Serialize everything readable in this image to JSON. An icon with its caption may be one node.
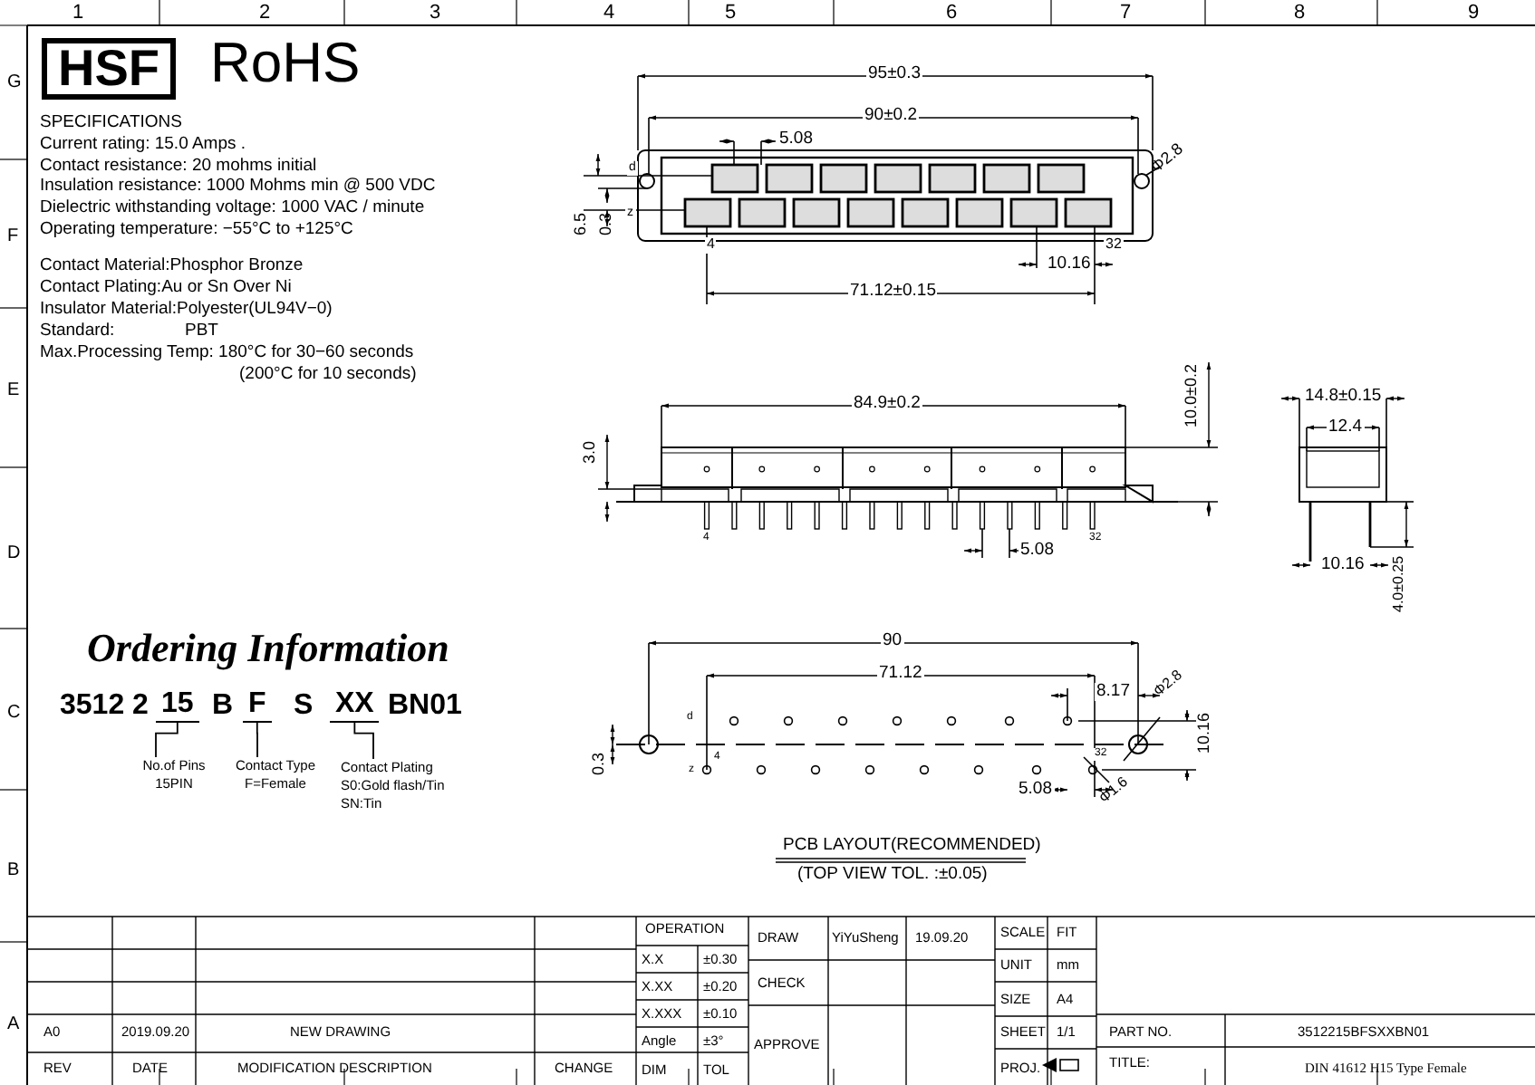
{
  "diagram": {
    "nodes": [
      {
        "text": [
          "15"
        ]
      },
      {
        "text": [
          "F"
        ]
      },
      {
        "text": [
          "XX"
        ]
      },
      {
        "text": [
          "No.of Pins",
          "15PIN"
        ]
      },
      {
        "text": [
          "Contact Type",
          "F=Female"
        ]
      },
      {
        "text": [
          "Contact Plating",
          "S0:Gold flash/Tin SN:Tin"
        ]
      }
    ],
    "edges": [
      {
        "from": 3,
        "to": 0,
        "arrow": "none"
      },
      {
        "from": 4,
        "to": 1,
        "arrow": "none"
      },
      {
        "from": 5,
        "to": 2,
        "arrow": "none"
      }
    ],
    "labels": [
      "1",
      "2",
      "3",
      "4",
      "5",
      "6",
      "7",
      "8",
      "9",
      "G",
      "F",
      "E",
      "D",
      "C",
      "B",
      "A",
      "HSF",
      "RoHS",
      "SPECIFICATIONS",
      "Current rating: 15.0 Amps .",
      "Contact resistance: 20 mohms initial",
      "Insulation resistance: 1000 Mohms min @ 500 VDC",
      "Dielectric withstanding voltage: 1000 VAC / minute",
      "Operating temperature: −55°C to +125°C",
      "Contact Material:Phosphor Bronze",
      "Contact Plating:Au or Sn Over Ni",
      "Insulator Material:Polyester(UL94V−0)",
      "Standard:",
      "PBT",
      "Max.Processing Temp: 180°C for 30−60 seconds",
      "(200°C for 10 seconds)",
      "95±0.3",
      "90±0.2",
      "5.08",
      "d",
      "Φ2.8",
      "6.5",
      "0.3",
      "z",
      "4",
      "32",
      "10.16",
      "71.12±0.15",
      "84.9±0.2",
      "10.0±0.2",
      "14.8±0.15",
      "12.4",
      "3.0",
      "4",
      "32",
      "5.08",
      "10.16",
      "4.0±0.25",
      "Ordering Information",
      "3512 2",
      "B",
      "S",
      "BN01",
      "90",
      "71.12",
      "8.17",
      "Φ2.8",
      "d",
      "0.3",
      "z",
      "4",
      "32",
      "10.16",
      "5.08",
      "Φ1.6",
      "PCB LAYOUT(RECOMMENDED)",
      "(TOP VIEW TOL. :±0.05)",
      "OPERATION",
      "DRAW",
      "YiYuSheng",
      "19.09.20",
      "SCALE",
      "FIT",
      "X.X",
      "±0.30",
      "UNIT",
      "mm",
      "X.XX",
      "±0.20",
      "CHECK",
      "SIZE",
      "A4",
      "X.XXX",
      "±0.10",
      "A0",
      "2019.09.20",
      "NEW DRAWING",
      "Angle",
      "±3°",
      "APPROVE",
      "SHEET",
      "1/1",
      "PART NO.",
      "3512215BFSXXBN01",
      "REV",
      "DATE",
      "MODIFICATION DESCRIPTION",
      "CHANGE",
      "DIM",
      "TOL",
      "PROJ.",
      "TITLE:",
      "DIN 41612 H15 Type Female"
    ]
  }
}
